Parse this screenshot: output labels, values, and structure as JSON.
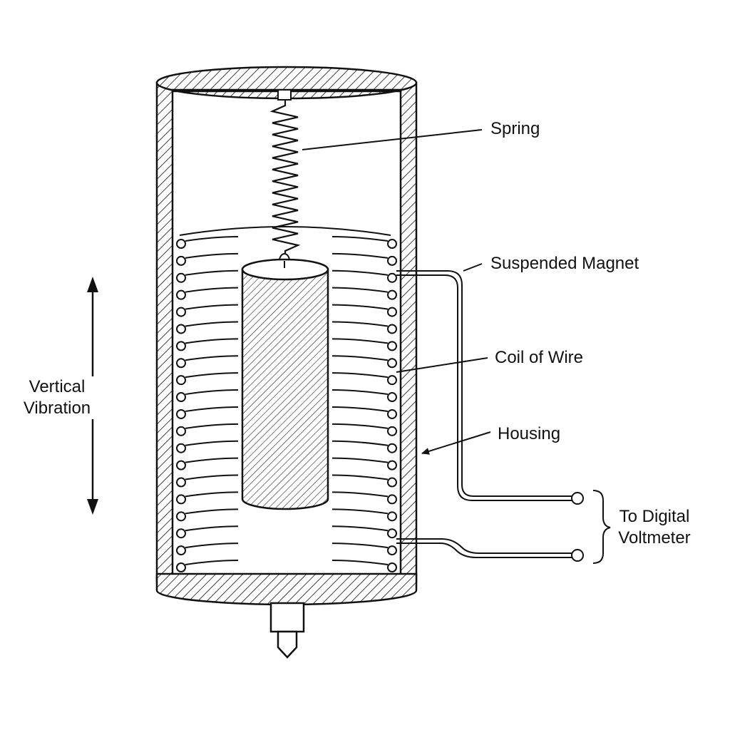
{
  "labels": {
    "spring": "Spring",
    "magnet": "Suspended Magnet",
    "coil": "Coil of Wire",
    "housing": "Housing",
    "output_line1": "To Digital",
    "output_line2": "Voltmeter",
    "motion_line1": "Vertical",
    "motion_line2": "Vibration"
  },
  "coil": {
    "turns": 20
  },
  "spring": {
    "zigzags": 12
  },
  "colors": {
    "ink": "#111111",
    "background": "#ffffff"
  }
}
